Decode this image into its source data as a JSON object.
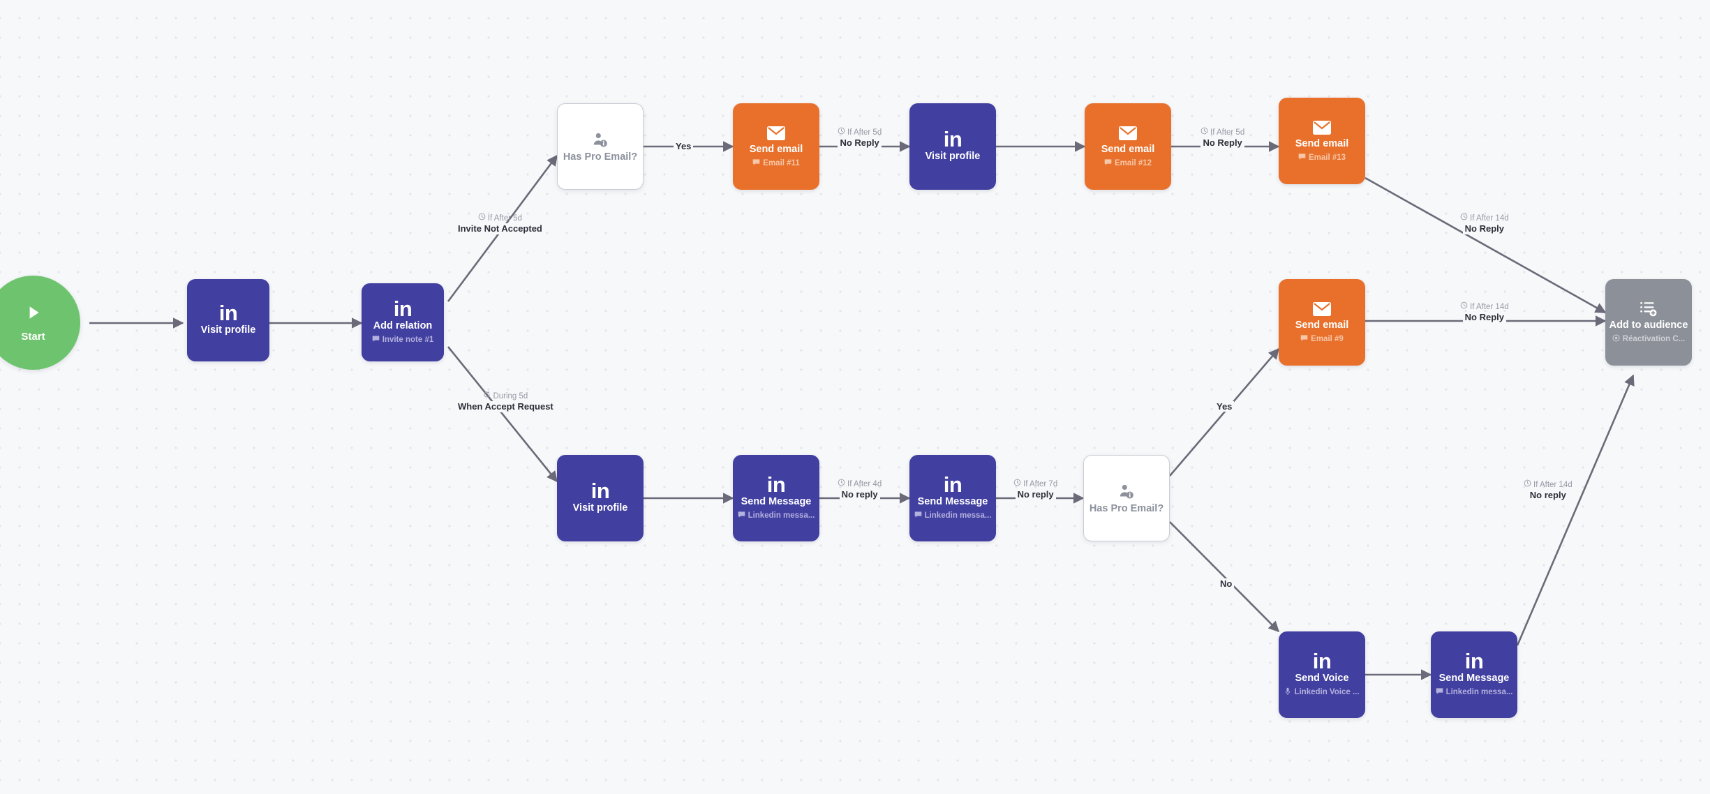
{
  "canvas": {
    "background_color": "#f7f8fa",
    "dot_color": "#e3e5ea",
    "edge_color": "#6b6a78"
  },
  "palette": {
    "linkedin_purple": "#413fa0",
    "email_orange": "#e8702a",
    "start_green": "#6ec46e",
    "audience_grey": "#8c9099",
    "condition_white": "#ffffff",
    "condition_border": "#c9ccd4",
    "condition_text": "#8c919c"
  },
  "nodes": {
    "start": {
      "label": "Start",
      "icon": "play-icon"
    },
    "visit_profile_1": {
      "title": "Visit profile",
      "icon": "linkedin-icon"
    },
    "add_relation": {
      "title": "Add relation",
      "subtitle": "Invite note #1",
      "sub_icon": "message-icon",
      "icon": "linkedin-icon"
    },
    "has_pro_email_1": {
      "title": "Has Pro Email?",
      "icon": "person-info-icon"
    },
    "send_email_11": {
      "title": "Send email",
      "subtitle": "Email #11",
      "sub_icon": "message-icon",
      "icon": "envelope-icon"
    },
    "visit_profile_2": {
      "title": "Visit profile",
      "icon": "linkedin-icon"
    },
    "send_email_12": {
      "title": "Send email",
      "subtitle": "Email #12",
      "sub_icon": "message-icon",
      "icon": "envelope-icon"
    },
    "send_email_13": {
      "title": "Send email",
      "subtitle": "Email #13",
      "sub_icon": "message-icon",
      "icon": "envelope-icon"
    },
    "send_email_9": {
      "title": "Send email",
      "subtitle": "Email #9",
      "sub_icon": "message-icon",
      "icon": "envelope-icon"
    },
    "add_to_audience": {
      "title": "Add to audience",
      "subtitle": "Réactivation C...",
      "sub_icon": "target-icon",
      "icon": "list-add-icon"
    },
    "visit_profile_3": {
      "title": "Visit profile",
      "icon": "linkedin-icon"
    },
    "send_message_1": {
      "title": "Send Message",
      "subtitle": "Linkedin messa...",
      "sub_icon": "message-icon",
      "icon": "linkedin-icon"
    },
    "send_message_2": {
      "title": "Send Message",
      "subtitle": "Linkedin messa...",
      "sub_icon": "message-icon",
      "icon": "linkedin-icon"
    },
    "has_pro_email_2": {
      "title": "Has Pro Email?",
      "icon": "person-info-icon"
    },
    "send_voice": {
      "title": "Send Voice",
      "subtitle": "Linkedin Voice ...",
      "sub_icon": "microphone-icon",
      "icon": "linkedin-icon"
    },
    "send_message_3": {
      "title": "Send Message",
      "subtitle": "Linkedin messa...",
      "sub_icon": "message-icon",
      "icon": "linkedin-icon"
    }
  },
  "edges": {
    "invite_not_accepted": {
      "condition": "If After 5d",
      "label": "Invite Not Accepted",
      "icon": "clock-icon"
    },
    "when_accept_request": {
      "condition": "During 5d",
      "label": "When Accept Request",
      "icon": "loop-icon"
    },
    "pro_email_yes_top": {
      "label": "Yes"
    },
    "email11_no_reply": {
      "condition": "If After 5d",
      "label": "No Reply",
      "icon": "clock-icon"
    },
    "visit2_no_reply": {
      "condition": "If After 5d",
      "label": "No Reply",
      "icon": "clock-icon"
    },
    "email13_no_reply": {
      "condition": "If After 14d",
      "label": "No Reply",
      "icon": "clock-icon"
    },
    "email9_no_reply": {
      "condition": "If After 14d",
      "label": "No Reply",
      "icon": "clock-icon"
    },
    "message1_no_reply": {
      "condition": "If After 4d",
      "label": "No reply",
      "icon": "clock-icon"
    },
    "message2_no_reply": {
      "condition": "If After 7d",
      "label": "No reply",
      "icon": "clock-icon"
    },
    "pro_email_yes_bottom": {
      "label": "Yes"
    },
    "pro_email_no_bottom": {
      "label": "No"
    },
    "message3_no_reply": {
      "condition": "If After 14d",
      "label": "No reply",
      "icon": "clock-icon"
    }
  }
}
